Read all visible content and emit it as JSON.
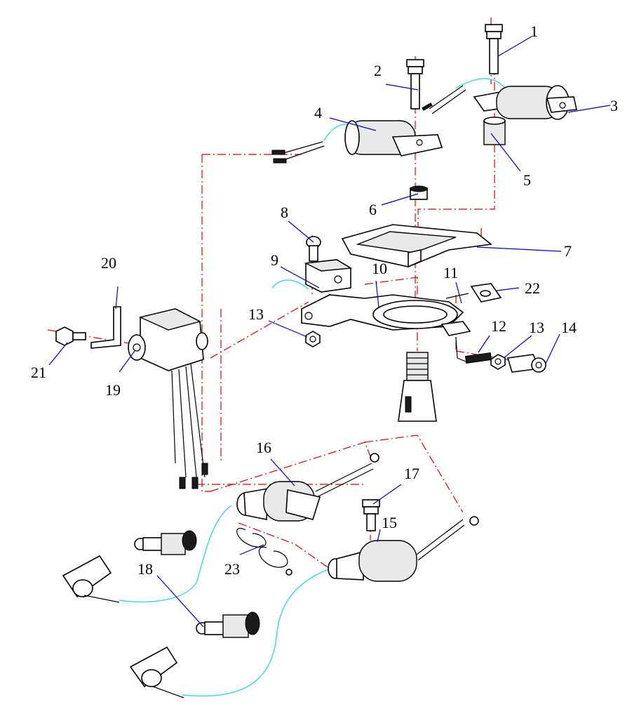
{
  "colors": {
    "leader_line": "#0000cc",
    "centerline": "#e00000",
    "wire_cyan": "#44d8e6",
    "outline": "#000000"
  },
  "callouts": {
    "c1": "1",
    "c2": "2",
    "c3": "3",
    "c4": "4",
    "c5": "5",
    "c6": "6",
    "c7": "7",
    "c8": "8",
    "c9": "9",
    "c10": "10",
    "c11": "11",
    "c12": "12",
    "c13a": "13",
    "c13b": "13",
    "c14": "14",
    "c15": "15",
    "c16": "16",
    "c17": "17",
    "c18": "18",
    "c19": "19",
    "c20": "20",
    "c21": "21",
    "c22": "22",
    "c23": "23"
  }
}
